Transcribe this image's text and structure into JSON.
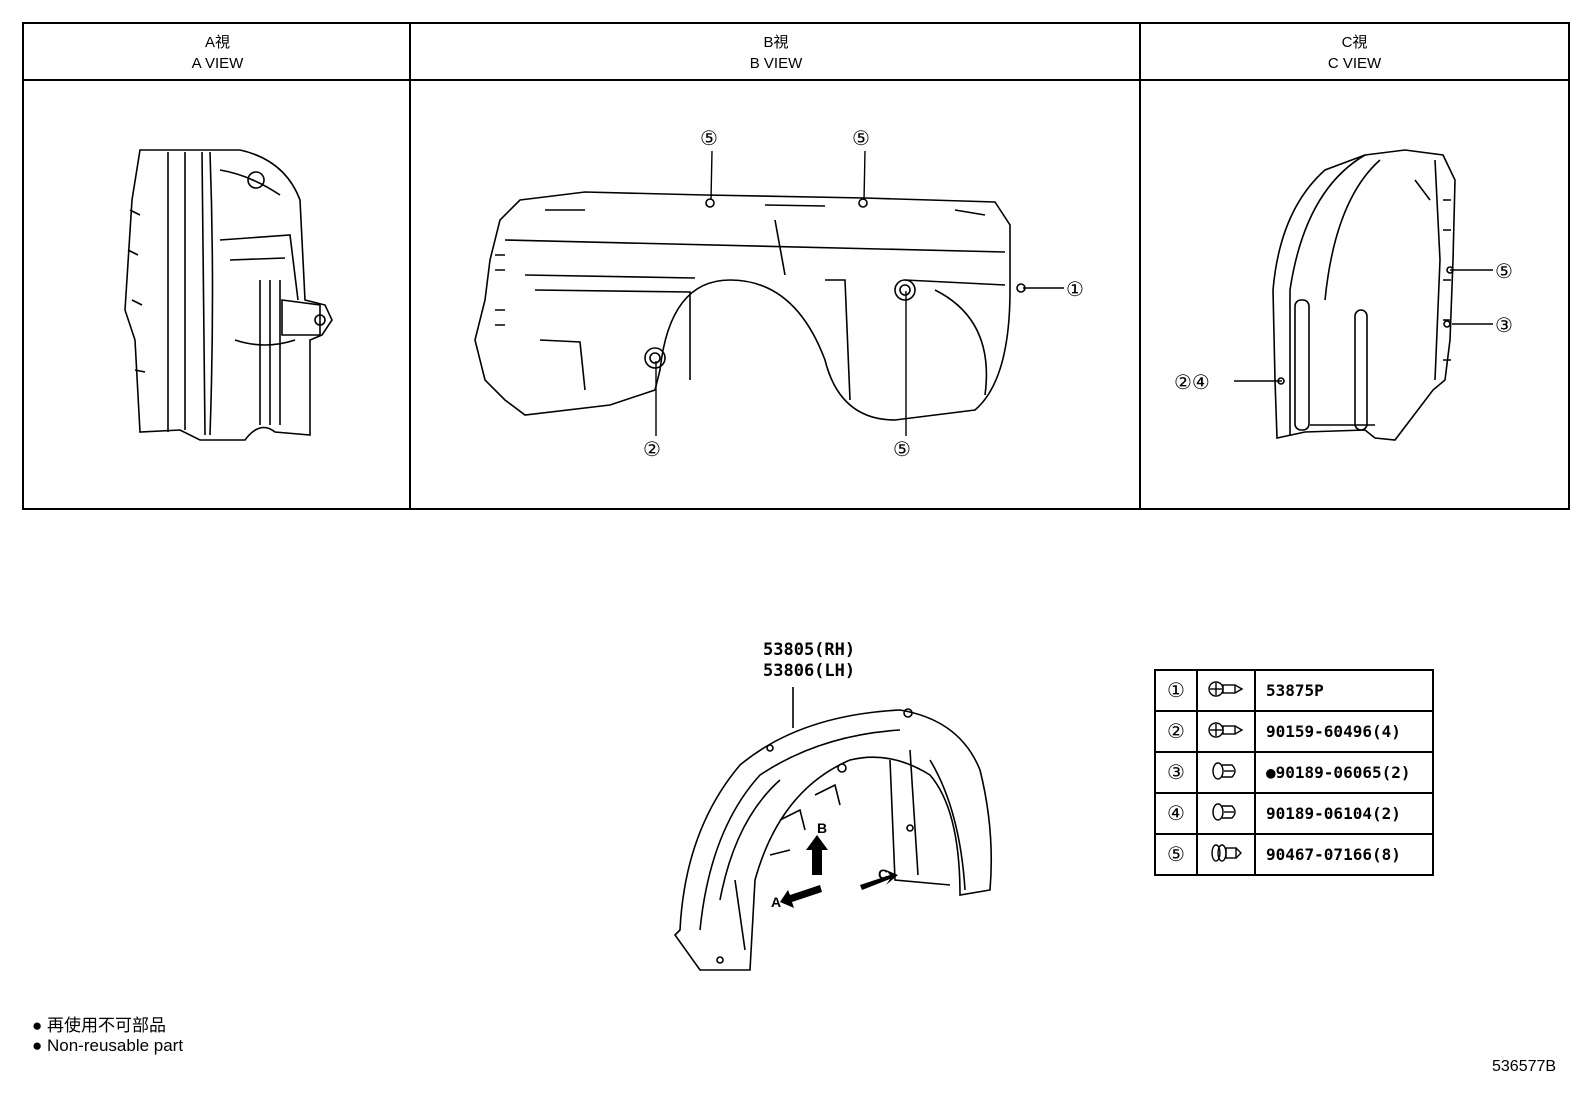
{
  "views": [
    {
      "jp": "A視",
      "en": "A VIEW"
    },
    {
      "jp": "B視",
      "en": "B VIEW"
    },
    {
      "jp": "C視",
      "en": "C VIEW"
    }
  ],
  "callouts": {
    "b_top_left": "⑤",
    "b_top_right": "⑤",
    "b_right": "①",
    "b_bottom_left": "②",
    "b_bottom_right": "⑤",
    "c_upper": "⑤",
    "c_middle": "③",
    "c_left": "②④"
  },
  "main_part": {
    "rh": "53805(RH)",
    "lh": "53806(LH)"
  },
  "arrows": {
    "a": "A",
    "b": "B",
    "c": "C"
  },
  "parts": [
    {
      "num": "①",
      "icon": "screw-grommet-icon",
      "number": "53875P"
    },
    {
      "num": "②",
      "icon": "screw-grommet-icon",
      "number": "90159-60496(4)"
    },
    {
      "num": "③",
      "icon": "clip-icon",
      "number": "●90189-06065(2)"
    },
    {
      "num": "④",
      "icon": "clip-icon",
      "number": "90189-06104(2)"
    },
    {
      "num": "⑤",
      "icon": "push-clip-icon",
      "number": "90467-07166(8)"
    }
  ],
  "legend": {
    "jp": "● 再使用不可部品",
    "en": "● Non-reusable part"
  },
  "illustration_number": "536577B"
}
